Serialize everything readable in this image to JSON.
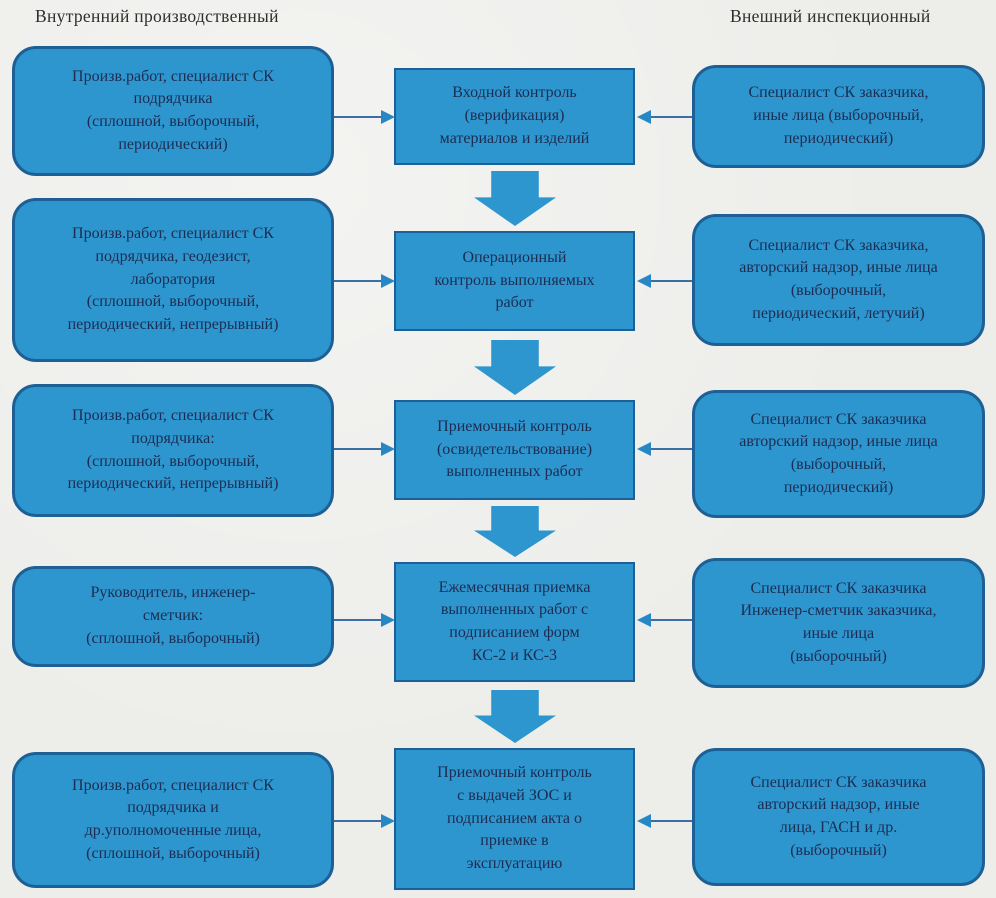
{
  "diagram": {
    "title": "Construction quality control scheme (flowchart)",
    "headers": {
      "left": "Внутренний производственный",
      "right": "Внешний инспекционный"
    },
    "rows": [
      {
        "left": "Произв.работ, специалист СК\nподрядчика\n(сплошной, выборочный,\nпериодический)",
        "center": "Входной контроль\n(верификация)\nматериалов и изделий",
        "right": "Специалист СК заказчика,\nиные лица (выборочный,\nпериодический)"
      },
      {
        "left": "Произв.работ, специалист СК\nподрядчика, геодезист,\nлаборатория\n(сплошной, выборочный,\nпериодический, непрерывный)",
        "center": "Операционный\nконтроль выполняемых\nработ",
        "right": "Специалист СК заказчика,\nавторский надзор, иные лица\n(выборочный,\nпериодический, летучий)"
      },
      {
        "left": "Произв.работ, специалист СК\nподрядчика:\n(сплошной, выборочный,\nпериодический, непрерывный)",
        "center": "Приемочный контроль\n(освидетельствование)\nвыполненных работ",
        "right": "Специалист СК заказчика\nавторский надзор, иные лица\n(выборочный,\nпериодический)"
      },
      {
        "left": "Руководитель, инженер-\nсметчик:\n(сплошной, выборочный)",
        "center": "Ежемесячная приемка\nвыполненных работ с\nподписанием форм\nКС-2 и КС-3",
        "right": "Специалист СК заказчика\nИнженер-сметчик заказчика,\nиные лица\n(выборочный)"
      },
      {
        "left": "Произв.работ, специалист СК\nподрядчика и\nдр.уполномоченные лица,\n(сплошной, выборочный)",
        "center": "Приемочный контроль\nс выдачей ЗОС и\nподписанием акта о\nприемке в\nэксплуатацию",
        "right": "Специалист СК заказчика\nавторский надзор, иные\nлица, ГАСН и др.\n(выборочный)"
      }
    ],
    "colors": {
      "box_fill": "#2e96ce",
      "box_border": "#1d6096",
      "text": "#1c2c52",
      "connector": "#3a6ea5",
      "arrowhead": "#2787c5",
      "background": "#ededea"
    }
  }
}
